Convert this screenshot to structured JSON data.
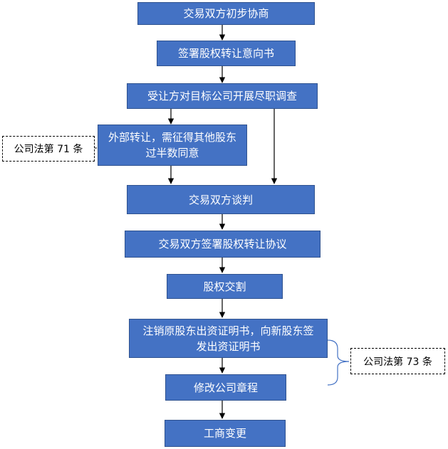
{
  "steps": {
    "s1": "交易双方初步协商",
    "s2": "签署股权转让意向书",
    "s3": "受让方对目标公司开展尽职调查",
    "s4_line1": "外部转让，需征得其他股东",
    "s4_line2": "过半数同意",
    "s5": "交易双方谈判",
    "s6": "交易双方签署股权转让协议",
    "s7": "股权交割",
    "s8_line1": "注销原股东出资证明书，向新股东签",
    "s8_line2": "发出资证明书",
    "s9": "修改公司章程",
    "s10": "工商变更"
  },
  "notes": {
    "n1": "公司法第 71 条",
    "n2": "公司法第 73 条"
  },
  "colors": {
    "box_fill": "#4472c4",
    "box_border": "#2f528f",
    "arrow": "#000000",
    "brace": "#4472c4"
  }
}
